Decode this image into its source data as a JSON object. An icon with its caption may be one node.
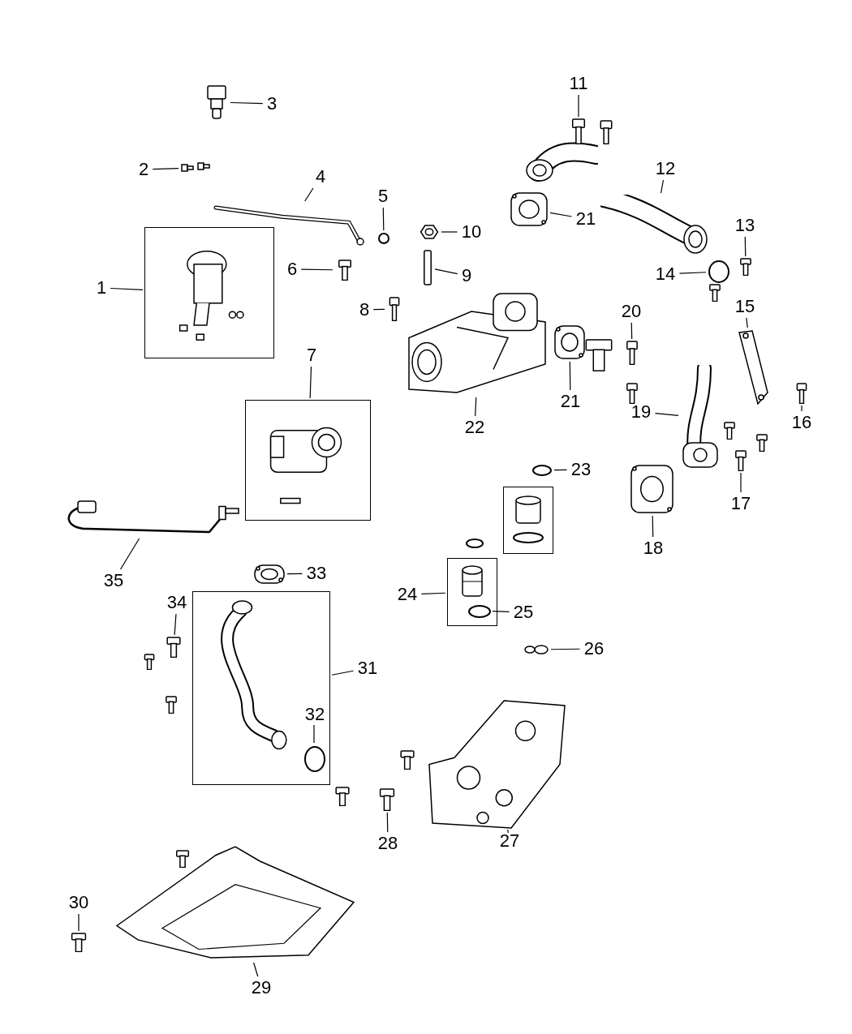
{
  "diagram": {
    "nodes": [
      {
        "text": [
          "1"
        ]
      },
      {
        "text": [],
        "shape": "box"
      },
      {
        "text": [
          "2"
        ]
      },
      {
        "text": [],
        "shape": "picture"
      },
      {
        "text": [
          "3"
        ]
      },
      {
        "text": [],
        "shape": "picture"
      },
      {
        "text": [
          "4"
        ]
      },
      {
        "text": [],
        "shape": "picture"
      },
      {
        "text": [
          "5"
        ]
      },
      {
        "text": [],
        "shape": "circle"
      },
      {
        "text": [
          "6"
        ]
      },
      {
        "text": [],
        "shape": "picture"
      },
      {
        "text": [
          "7"
        ]
      },
      {
        "text": [],
        "shape": "box"
      },
      {
        "text": [
          "8"
        ]
      },
      {
        "text": [],
        "shape": "picture"
      },
      {
        "text": [
          "9"
        ]
      },
      {
        "text": [],
        "shape": "bar"
      },
      {
        "text": [
          "10"
        ]
      },
      {
        "text": [],
        "shape": "picture"
      },
      {
        "text": [
          "11"
        ]
      },
      {
        "text": [],
        "shape": "picture"
      },
      {
        "text": [
          "12"
        ]
      },
      {
        "text": [],
        "shape": "picture"
      },
      {
        "text": [
          "13"
        ]
      },
      {
        "text": [],
        "shape": "picture"
      },
      {
        "text": [
          "14"
        ]
      },
      {
        "text": [],
        "shape": "circle"
      },
      {
        "text": [
          "15"
        ]
      },
      {
        "text": [],
        "shape": "picture"
      },
      {
        "text": [
          "16"
        ]
      },
      {
        "text": [],
        "shape": "picture"
      },
      {
        "text": [
          "17"
        ]
      },
      {
        "text": [],
        "shape": "picture"
      },
      {
        "text": [
          "18"
        ]
      },
      {
        "text": [],
        "shape": "picture"
      },
      {
        "text": [
          "19"
        ]
      },
      {
        "text": [],
        "shape": "picture"
      },
      {
        "text": [
          "20"
        ]
      },
      {
        "text": [],
        "shape": "picture"
      },
      {
        "text": [
          "21"
        ]
      },
      {
        "text": [],
        "shape": "picture"
      },
      {
        "text": [
          "21"
        ]
      },
      {
        "text": [],
        "shape": "picture"
      },
      {
        "text": [
          "22"
        ]
      },
      {
        "text": [],
        "shape": "picture"
      },
      {
        "text": [
          "23"
        ]
      },
      {
        "text": [],
        "shape": "circle"
      },
      {
        "text": [
          "24"
        ]
      },
      {
        "text": [],
        "shape": "box"
      },
      {
        "text": [
          "25"
        ]
      },
      {
        "text": [],
        "shape": "circle",
        "in": 49
      },
      {
        "text": [
          "26"
        ]
      },
      {
        "text": [],
        "shape": "circle"
      },
      {
        "text": [
          "27"
        ]
      },
      {
        "text": [],
        "shape": "picture"
      },
      {
        "text": [
          "28"
        ]
      },
      {
        "text": [],
        "shape": "picture"
      },
      {
        "text": [
          "29"
        ]
      },
      {
        "text": [],
        "shape": "picture"
      },
      {
        "text": [
          "30"
        ]
      },
      {
        "text": [],
        "shape": "picture"
      },
      {
        "text": [
          "31"
        ]
      },
      {
        "text": [],
        "shape": "box"
      },
      {
        "text": [
          "32"
        ],
        "in": 63
      },
      {
        "text": [],
        "shape": "circle",
        "in": 63
      },
      {
        "text": [
          "33"
        ]
      },
      {
        "text": [],
        "shape": "picture"
      },
      {
        "text": [
          "34"
        ]
      },
      {
        "text": [],
        "shape": "picture"
      },
      {
        "text": [
          "35"
        ]
      },
      {
        "text": [],
        "shape": "picture"
      }
    ],
    "edges": [
      {
        "from": 0,
        "to": 1,
        "arrow": "none"
      },
      {
        "from": 2,
        "to": 3,
        "arrow": "none"
      },
      {
        "from": 4,
        "to": 5,
        "arrow": "none"
      },
      {
        "from": 6,
        "to": 7,
        "arrow": "none"
      },
      {
        "from": 8,
        "to": 9,
        "arrow": "none"
      },
      {
        "from": 10,
        "to": 11,
        "arrow": "none"
      },
      {
        "from": 12,
        "to": 13,
        "arrow": "none"
      },
      {
        "from": 14,
        "to": 15,
        "arrow": "none"
      },
      {
        "from": 16,
        "to": 17,
        "arrow": "none"
      },
      {
        "from": 18,
        "to": 19,
        "arrow": "none"
      },
      {
        "from": 20,
        "to": 21,
        "arrow": "none"
      },
      {
        "from": 22,
        "to": 23,
        "arrow": "none"
      },
      {
        "from": 24,
        "to": 25,
        "arrow": "none"
      },
      {
        "from": 26,
        "to": 27,
        "arrow": "none"
      },
      {
        "from": 28,
        "to": 29,
        "arrow": "none"
      },
      {
        "from": 30,
        "to": 31,
        "arrow": "none"
      },
      {
        "from": 32,
        "to": 33,
        "arrow": "none"
      },
      {
        "from": 34,
        "to": 35,
        "arrow": "none"
      },
      {
        "from": 36,
        "to": 37,
        "arrow": "none"
      },
      {
        "from": 38,
        "to": 39,
        "arrow": "none"
      },
      {
        "from": 40,
        "to": 41,
        "arrow": "none"
      },
      {
        "from": 42,
        "to": 43,
        "arrow": "none"
      },
      {
        "from": 44,
        "to": 45,
        "arrow": "none"
      },
      {
        "from": 46,
        "to": 47,
        "arrow": "none"
      },
      {
        "from": 48,
        "to": 49,
        "arrow": "none"
      },
      {
        "from": 50,
        "to": 51,
        "arrow": "none"
      },
      {
        "from": 52,
        "to": 53,
        "arrow": "none"
      },
      {
        "from": 54,
        "to": 55,
        "arrow": "none"
      },
      {
        "from": 56,
        "to": 57,
        "arrow": "none"
      },
      {
        "from": 58,
        "to": 59,
        "arrow": "none"
      },
      {
        "from": 60,
        "to": 61,
        "arrow": "none"
      },
      {
        "from": 62,
        "to": 63,
        "arrow": "none"
      },
      {
        "from": 64,
        "to": 65,
        "arrow": "none"
      },
      {
        "from": 66,
        "to": 67,
        "arrow": "none"
      },
      {
        "from": 68,
        "to": 69,
        "arrow": "none"
      },
      {
        "from": 70,
        "to": 71,
        "arrow": "none"
      }
    ]
  }
}
